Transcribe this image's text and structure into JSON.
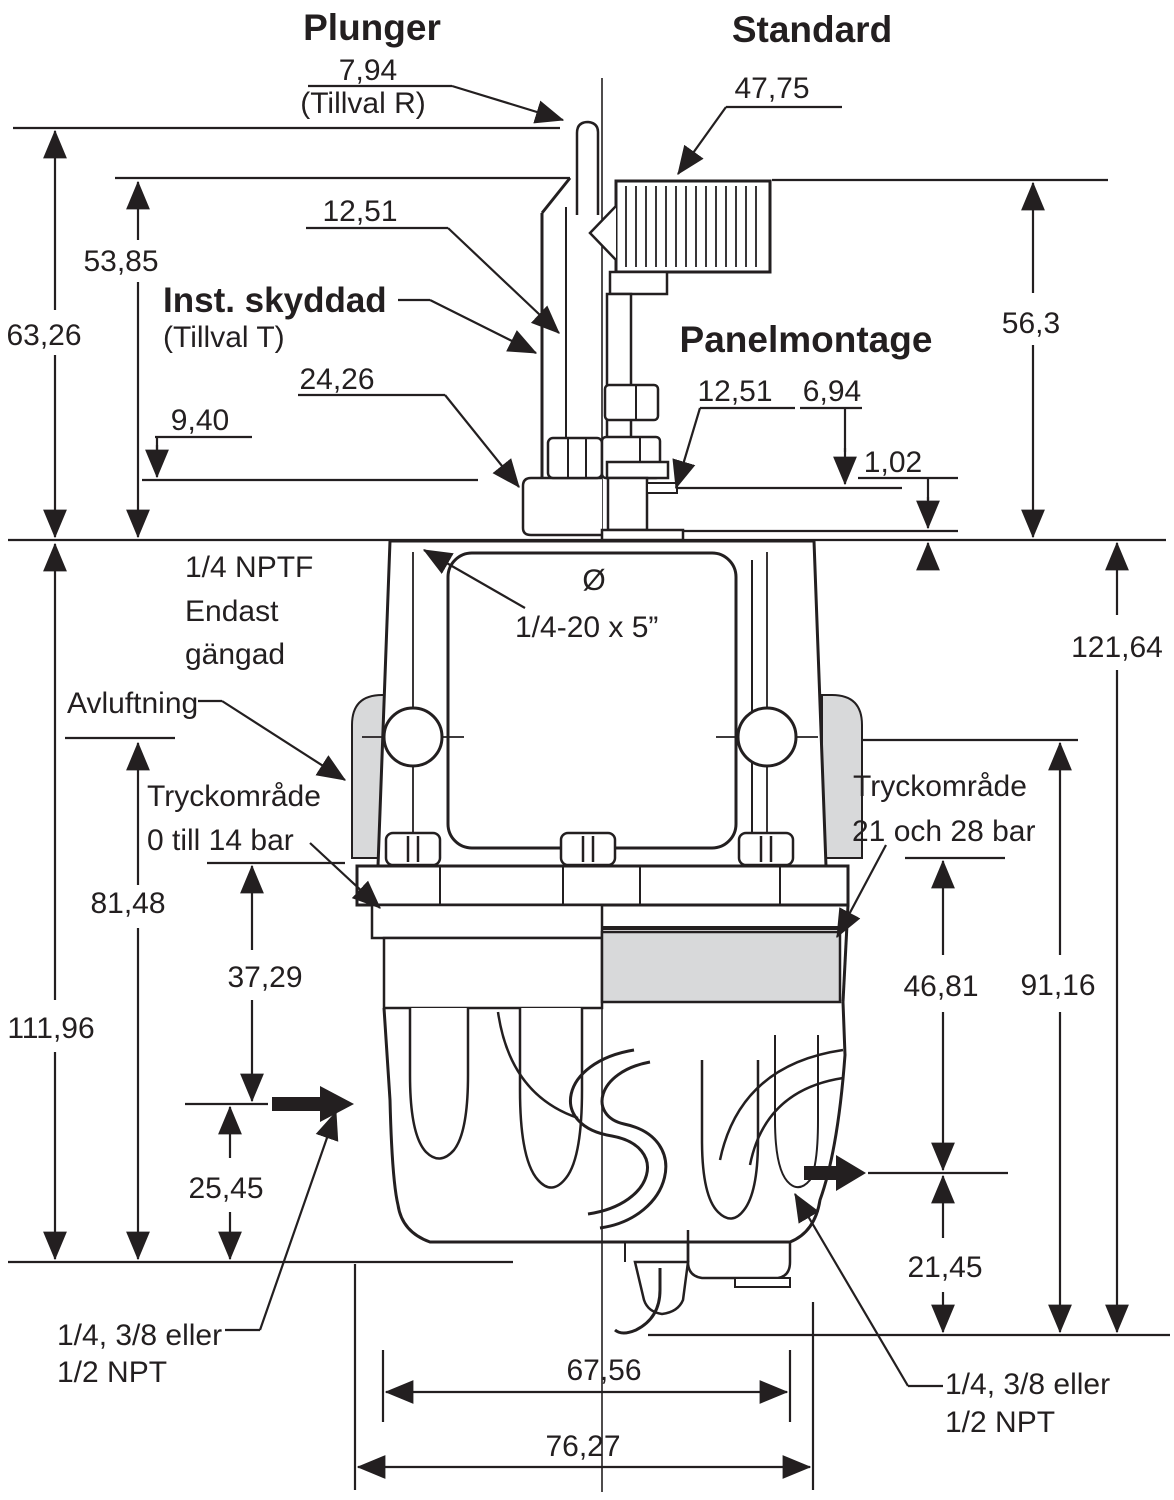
{
  "drawing": {
    "titles": {
      "plunger": "Plunger",
      "plunger_option": "(Tillval R)",
      "standard": "Standard",
      "protected": "Inst. skyddad",
      "protected_option": "(Tillval T)",
      "panel": "Panelmontage"
    },
    "notes": {
      "nptf_1": "1/4 NPTF",
      "nptf_2": "Endast",
      "nptf_3": "gängad",
      "vent": "Avluftning",
      "range_low_1": "Tryckområde",
      "range_low_2": "0 till 14 bar",
      "range_high_1": "Tryckområde",
      "range_high_2": "21 och 28 bar",
      "diameter": "Ø",
      "thread": "1/4-20 x 5”",
      "npt_left_1": "1/4, 3/8 eller",
      "npt_left_2": "1/2 NPT",
      "npt_right_1": "1/4, 3/8 eller",
      "npt_right_2": "1/2 NPT"
    },
    "dims": {
      "d7_94": "7,94",
      "d47_75": "47,75",
      "d53_85": "53,85",
      "d63_26": "63,26",
      "d12_51_top": "12,51",
      "d24_26": "24,26",
      "d9_40": "9,40",
      "d12_51_panel": "12,51",
      "d6_94": "6,94",
      "d1_02": "1,02",
      "d56_3": "56,3",
      "d121_64": "121,64",
      "d81_48": "81,48",
      "d111_96": "111,96",
      "d37_29": "37,29",
      "d46_81": "46,81",
      "d91_16": "91,16",
      "d25_45": "25,45",
      "d21_45": "21,45",
      "d67_56": "67,56",
      "d76_27": "76,27"
    },
    "colors": {
      "line": "#231f20",
      "shade": "#d8d9da"
    }
  }
}
